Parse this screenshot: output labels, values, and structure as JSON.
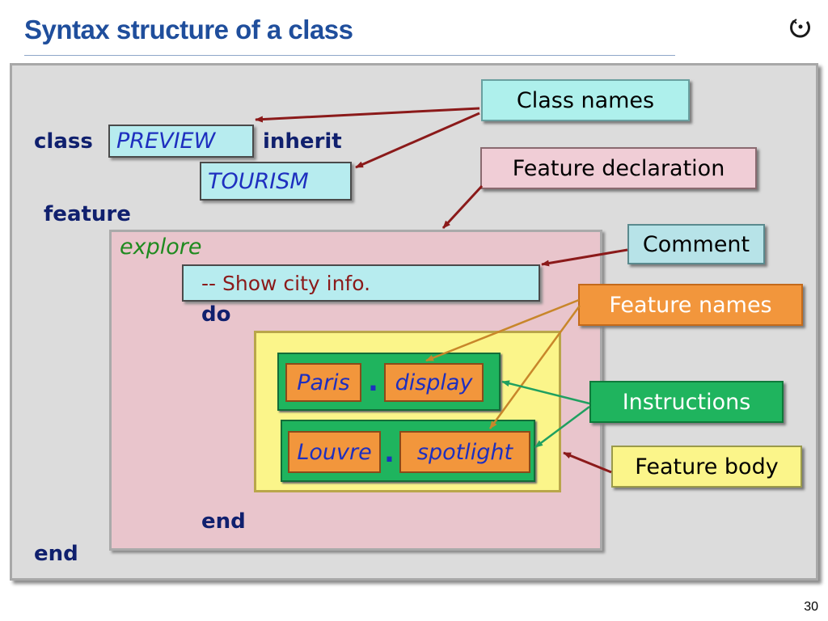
{
  "slide": {
    "title": "Syntax structure of a class",
    "page_number": "30"
  },
  "code": {
    "class_kw": "class",
    "class_name": "PREVIEW",
    "inherit_kw": "inherit",
    "parent_name": "TOURISM",
    "feature_kw": "feature",
    "feature_name": "explore",
    "comment": "-- Show city info.",
    "do_kw": "do",
    "instr1_target": "Paris",
    "instr1_dot": ".",
    "instr1_feature": "display",
    "instr2_target": "Louvre",
    "instr2_dot": ".",
    "instr2_feature": "spotlight",
    "inner_end_kw": "end",
    "outer_end_kw": "end"
  },
  "labels": {
    "class_names": "Class names",
    "feature_declaration": "Feature declaration",
    "comment": "Comment",
    "feature_names": "Feature names",
    "instructions": "Instructions",
    "feature_body": "Feature body"
  },
  "colors": {
    "title": "#1f4e9c",
    "keyword": "#10206e",
    "identifier": "#1e2fbf",
    "feature_name": "#1f8a1f",
    "comment_text": "#8b1a1a",
    "arrow_dark_red": "#8b1a1a",
    "arrow_orange": "#c8862a",
    "arrow_green": "#1fa060"
  }
}
